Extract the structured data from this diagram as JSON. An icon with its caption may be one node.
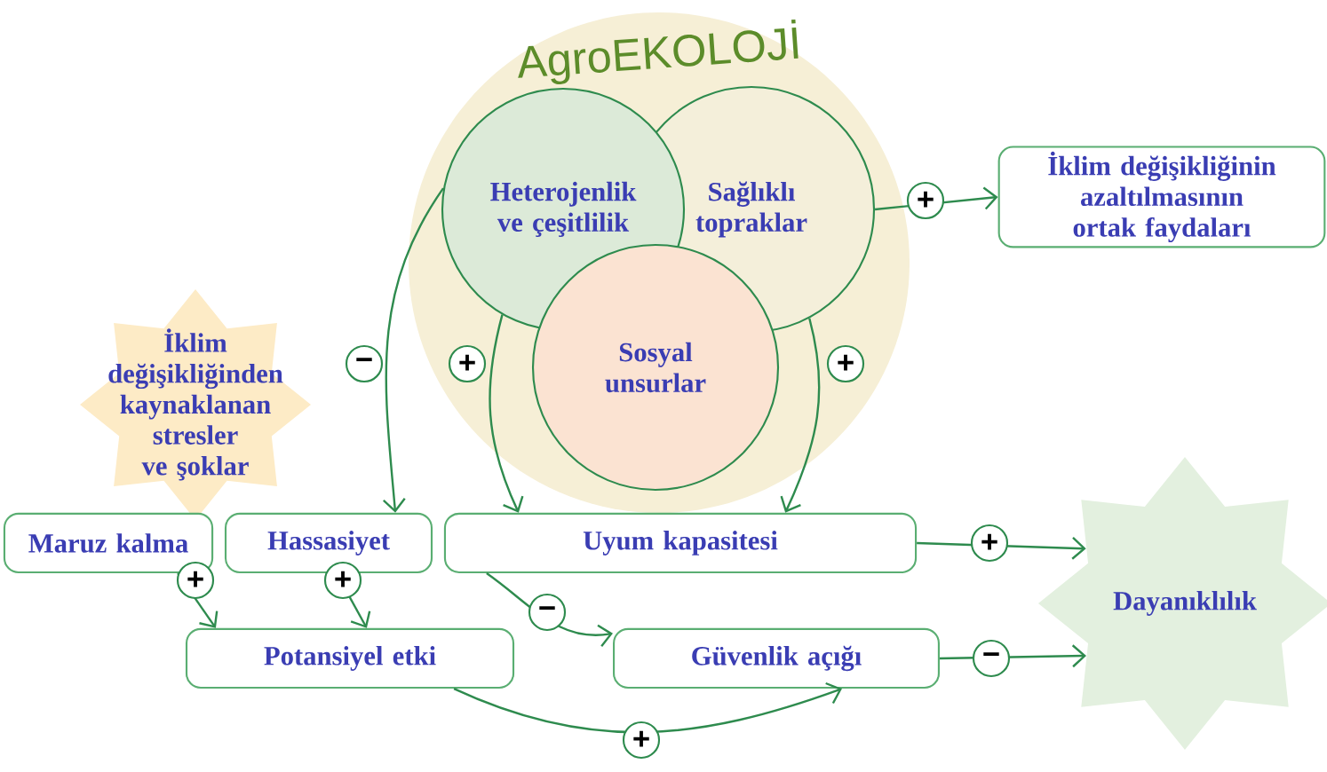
{
  "diagram": {
    "nodes": [
      {
        "text": [
          "AgroEKOLOJİ"
        ]
      },
      {
        "text": [
          "Heterojenlik ve çeşitlilik"
        ],
        "in": 0
      },
      {
        "text": [
          "Sağlıklı topraklar"
        ],
        "in": 0
      },
      {
        "text": [
          "Sosyal unsurlar"
        ],
        "in": 0
      },
      {
        "text": [
          "İklim değişikliğinin azaltılmasının ortak faydaları"
        ]
      },
      {
        "text": [
          "İklim değişikliğinden kaynaklanan stresler ve şoklar"
        ]
      },
      {
        "text": [
          "Maruz kalma"
        ]
      },
      {
        "text": [
          "Hassasiyet"
        ]
      },
      {
        "text": [
          "Uyum kapasitesi"
        ]
      },
      {
        "text": [
          "Potansiyel etki"
        ]
      },
      {
        "text": [
          "Güvenlik açığı"
        ]
      },
      {
        "text": [
          "Dayanıklılık"
        ]
      }
    ],
    "edges": [
      {
        "from": 2,
        "to": 4,
        "arrow": "to",
        "label": "+"
      },
      {
        "from": 1,
        "to": 7,
        "arrow": "to",
        "label": "−"
      },
      {
        "from": 1,
        "to": 8,
        "arrow": "to",
        "label": "+"
      },
      {
        "from": 2,
        "to": 8,
        "arrow": "to",
        "label": "+"
      },
      {
        "from": 6,
        "to": 9,
        "arrow": "to",
        "label": "+"
      },
      {
        "from": 7,
        "to": 9,
        "arrow": "to",
        "label": "+"
      },
      {
        "from": 8,
        "to": 10,
        "arrow": "to",
        "label": "−"
      },
      {
        "from": 8,
        "to": 11,
        "arrow": "to",
        "label": "+"
      },
      {
        "from": 10,
        "to": 11,
        "arrow": "to",
        "label": "−"
      },
      {
        "from": 9,
        "to": 10,
        "arrow": "to",
        "label": "+"
      }
    ]
  }
}
